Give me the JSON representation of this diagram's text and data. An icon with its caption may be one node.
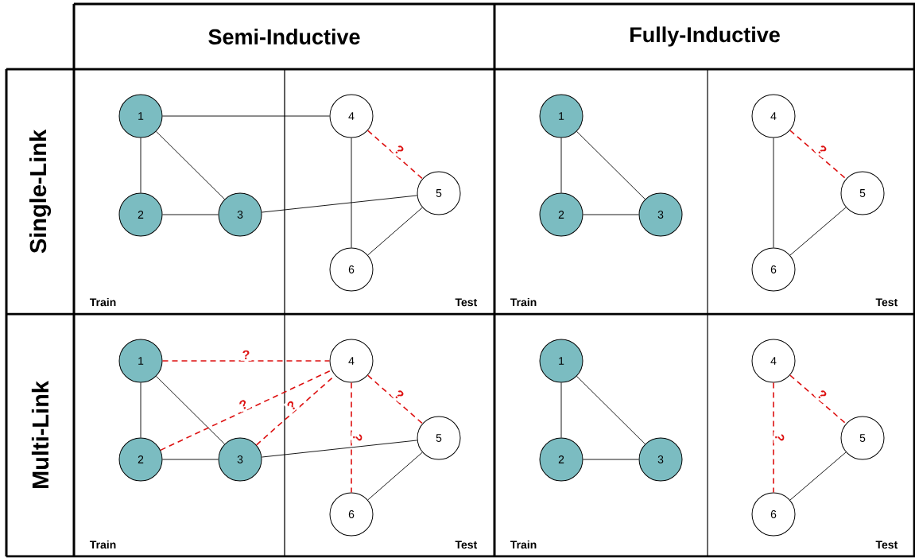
{
  "diagram": {
    "nodes": [
      {
        "text": [
          "Semi-Inductive"
        ]
      },
      {
        "text": [
          "Fully-Inductive"
        ]
      },
      {
        "text": [
          "Single-Link"
        ]
      },
      {
        "text": [
          "Train"
        ]
      },
      {
        "text": [
          "1"
        ],
        "in": 3
      },
      {
        "text": [
          "2"
        ],
        "in": 3
      },
      {
        "text": [
          "3"
        ],
        "in": 3
      },
      {
        "text": [
          "Test"
        ]
      },
      {
        "text": [
          "4"
        ],
        "in": 7
      },
      {
        "text": [
          "5"
        ],
        "in": 7
      },
      {
        "text": [
          "6"
        ],
        "in": 7
      },
      {
        "text": [
          "Train"
        ]
      },
      {
        "text": [
          "1"
        ],
        "in": 11
      },
      {
        "text": [
          "2"
        ],
        "in": 11
      },
      {
        "text": [
          "3"
        ],
        "in": 11
      },
      {
        "text": [
          "Test"
        ]
      },
      {
        "text": [
          "4"
        ],
        "in": 15
      },
      {
        "text": [
          "5"
        ],
        "in": 15
      },
      {
        "text": [
          "6"
        ],
        "in": 15
      },
      {
        "text": [
          "Multi-Link"
        ]
      },
      {
        "text": [
          "Train"
        ]
      },
      {
        "text": [
          "1"
        ],
        "in": 20
      },
      {
        "text": [
          "2"
        ],
        "in": 20
      },
      {
        "text": [
          "3"
        ],
        "in": 20
      },
      {
        "text": [
          "Test"
        ]
      },
      {
        "text": [
          "4"
        ],
        "in": 24
      },
      {
        "text": [
          "5"
        ],
        "in": 24
      },
      {
        "text": [
          "6"
        ],
        "in": 24
      },
      {
        "text": [
          "Train"
        ]
      },
      {
        "text": [
          "1"
        ],
        "in": 28
      },
      {
        "text": [
          "2"
        ],
        "in": 28
      },
      {
        "text": [
          "3"
        ],
        "in": 28
      },
      {
        "text": [
          "Test"
        ]
      },
      {
        "text": [
          "4"
        ],
        "in": 32
      },
      {
        "text": [
          "5"
        ],
        "in": 32
      },
      {
        "text": [
          "6"
        ],
        "in": 32
      }
    ],
    "edges": [
      {
        "from": 4,
        "to": 5,
        "arrow": "none"
      },
      {
        "from": 4,
        "to": 6,
        "arrow": "none"
      },
      {
        "from": 5,
        "to": 6,
        "arrow": "none"
      },
      {
        "from": 4,
        "to": 8,
        "arrow": "none"
      },
      {
        "from": 6,
        "to": 9,
        "arrow": "none"
      },
      {
        "from": 8,
        "to": 10,
        "arrow": "none"
      },
      {
        "from": 9,
        "to": 10,
        "arrow": "none"
      },
      {
        "from": 8,
        "to": 9,
        "arrow": "none",
        "label": "?",
        "style": "dashed",
        "color": "#dd1111"
      },
      {
        "from": 12,
        "to": 13,
        "arrow": "none"
      },
      {
        "from": 12,
        "to": 14,
        "arrow": "none"
      },
      {
        "from": 13,
        "to": 14,
        "arrow": "none"
      },
      {
        "from": 16,
        "to": 18,
        "arrow": "none"
      },
      {
        "from": 17,
        "to": 18,
        "arrow": "none"
      },
      {
        "from": 16,
        "to": 17,
        "arrow": "none",
        "label": "?",
        "style": "dashed",
        "color": "#dd1111"
      },
      {
        "from": 21,
        "to": 22,
        "arrow": "none"
      },
      {
        "from": 21,
        "to": 23,
        "arrow": "none"
      },
      {
        "from": 22,
        "to": 23,
        "arrow": "none"
      },
      {
        "from": 23,
        "to": 26,
        "arrow": "none"
      },
      {
        "from": 26,
        "to": 27,
        "arrow": "none"
      },
      {
        "from": 21,
        "to": 25,
        "arrow": "none",
        "label": "?",
        "style": "dashed",
        "color": "#dd1111"
      },
      {
        "from": 22,
        "to": 25,
        "arrow": "none",
        "label": "?",
        "style": "dashed",
        "color": "#dd1111"
      },
      {
        "from": 23,
        "to": 25,
        "arrow": "none",
        "label": "?",
        "style": "dashed",
        "color": "#dd1111"
      },
      {
        "from": 25,
        "to": 26,
        "arrow": "none",
        "label": "?",
        "style": "dashed",
        "color": "#dd1111"
      },
      {
        "from": 25,
        "to": 27,
        "arrow": "none",
        "label": "?",
        "style": "dashed",
        "color": "#dd1111"
      },
      {
        "from": 29,
        "to": 30,
        "arrow": "none"
      },
      {
        "from": 29,
        "to": 31,
        "arrow": "none"
      },
      {
        "from": 30,
        "to": 31,
        "arrow": "none"
      },
      {
        "from": 34,
        "to": 35,
        "arrow": "none"
      },
      {
        "from": 33,
        "to": 34,
        "arrow": "none",
        "label": "?",
        "style": "dashed",
        "color": "#dd1111"
      },
      {
        "from": 33,
        "to": 35,
        "arrow": "none",
        "label": "?",
        "style": "dashed",
        "color": "#dd1111"
      }
    ]
  }
}
